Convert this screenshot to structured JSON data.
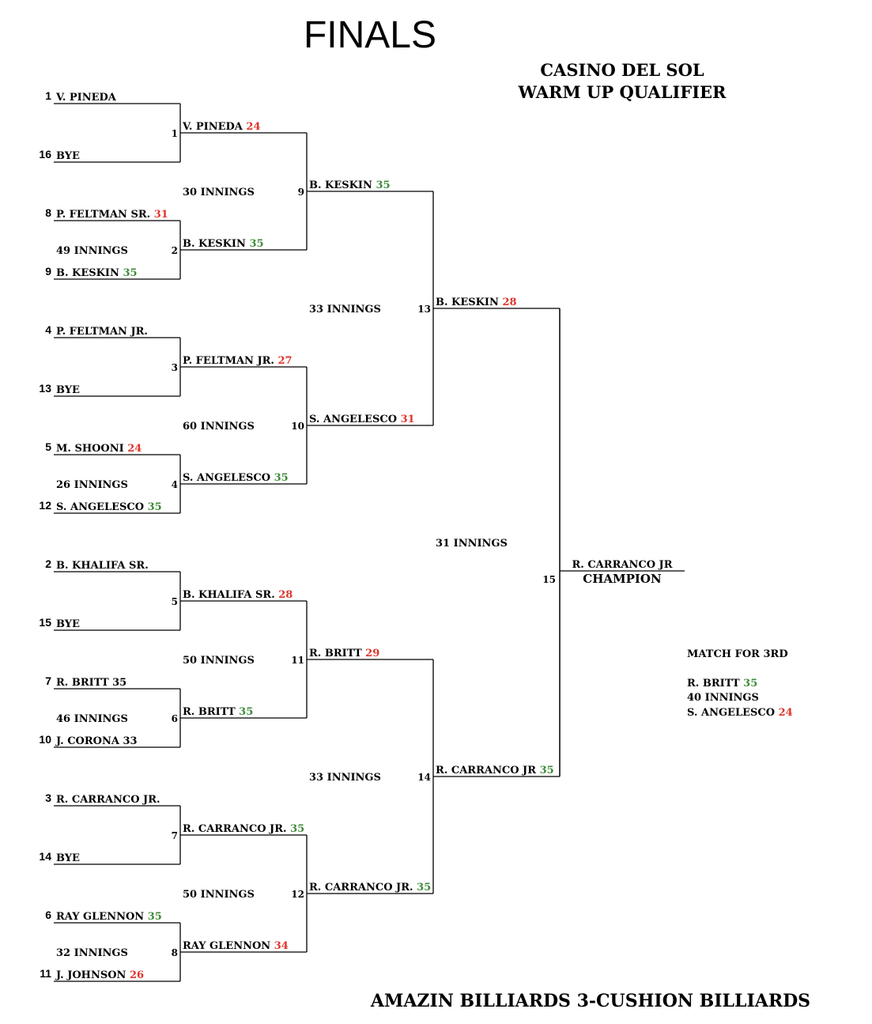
{
  "title": "FINALS",
  "event": {
    "line1": "CASINO DEL SOL",
    "line2": "WARM UP QUALIFIER"
  },
  "footer": "AMAZIN BILLIARDS 3-CUSHION BILLIARDS",
  "colors": {
    "winner": "#3d8b37",
    "loser": "#e0352b"
  },
  "round1": [
    {
      "seed": "1",
      "name": "V. PINEDA",
      "score": ""
    },
    {
      "seed": "16",
      "name": "BYE",
      "score": ""
    },
    {
      "seed": "8",
      "name": "P. FELTMAN SR.",
      "score": "31",
      "status": "lose",
      "innings": "49 INNINGS"
    },
    {
      "seed": "9",
      "name": "B. KESKIN",
      "score": "35",
      "status": "win"
    },
    {
      "seed": "4",
      "name": "P. FELTMAN JR.",
      "score": ""
    },
    {
      "seed": "13",
      "name": "BYE",
      "score": ""
    },
    {
      "seed": "5",
      "name": "M. SHOONI",
      "score": "24",
      "status": "lose",
      "innings": "26 INNINGS"
    },
    {
      "seed": "12",
      "name": "S. ANGELESCO",
      "score": "35",
      "status": "win"
    },
    {
      "seed": "2",
      "name": "B. KHALIFA SR.",
      "score": ""
    },
    {
      "seed": "15",
      "name": "BYE",
      "score": ""
    },
    {
      "seed": "7",
      "name": "R. BRITT  35",
      "score": "",
      "innings": "46 INNINGS"
    },
    {
      "seed": "10",
      "name": "J. CORONA 33",
      "score": ""
    },
    {
      "seed": "3",
      "name": "R. CARRANCO JR.",
      "score": ""
    },
    {
      "seed": "14",
      "name": "BYE",
      "score": ""
    },
    {
      "seed": "6",
      "name": "RAY GLENNON",
      "score": "35",
      "status": "win",
      "innings": "32 INNINGS"
    },
    {
      "seed": "11",
      "name": "J. JOHNSON",
      "score": "26",
      "status": "lose"
    }
  ],
  "round2": [
    {
      "match": "1",
      "name": "V. PINEDA",
      "score": "24",
      "status": "lose",
      "innings": "30 INNINGS"
    },
    {
      "match": "2",
      "name": "B. KESKIN",
      "score": "35",
      "status": "win"
    },
    {
      "match": "3",
      "name": "P. FELTMAN JR.",
      "score": "27",
      "status": "lose",
      "innings": "60 INNINGS"
    },
    {
      "match": "4",
      "name": "S. ANGELESCO",
      "score": "35",
      "status": "win"
    },
    {
      "match": "5",
      "name": "B. KHALIFA SR.",
      "score": "28",
      "status": "lose",
      "innings": "50 INNINGS"
    },
    {
      "match": "6",
      "name": "R. BRITT",
      "score": "35",
      "status": "win"
    },
    {
      "match": "7",
      "name": "R. CARRANCO JR.",
      "score": "35",
      "status": "win",
      "innings": "50 INNINGS"
    },
    {
      "match": "8",
      "name": "RAY GLENNON",
      "score": "34",
      "status": "lose"
    }
  ],
  "round3": [
    {
      "match": "9",
      "name": "B. KESKIN",
      "score": "35",
      "status": "win",
      "innings": "33 INNINGS"
    },
    {
      "match": "10",
      "name": "S. ANGELESCO",
      "score": "31",
      "status": "lose"
    },
    {
      "match": "11",
      "name": "R. BRITT",
      "score": "29",
      "status": "lose",
      "innings": "33 INNINGS"
    },
    {
      "match": "12",
      "name": "R. CARRANCO JR.",
      "score": "35",
      "status": "win"
    }
  ],
  "round4": [
    {
      "match": "13",
      "name": "B. KESKIN",
      "score": "28",
      "status": "lose",
      "innings": "31 INNINGS"
    },
    {
      "match": "14",
      "name": "R. CARRANCO JR",
      "score": "35",
      "status": "win"
    }
  ],
  "final": {
    "match": "15",
    "name": "R. CARRANCO JR",
    "label": "CHAMPION"
  },
  "third_place": {
    "title": "MATCH FOR 3RD",
    "player1": {
      "name": "R. BRITT",
      "score": "35",
      "status": "win"
    },
    "innings": "40 INNINGS",
    "player2": {
      "name": "S. ANGELESCO",
      "score": "24",
      "status": "lose"
    }
  }
}
